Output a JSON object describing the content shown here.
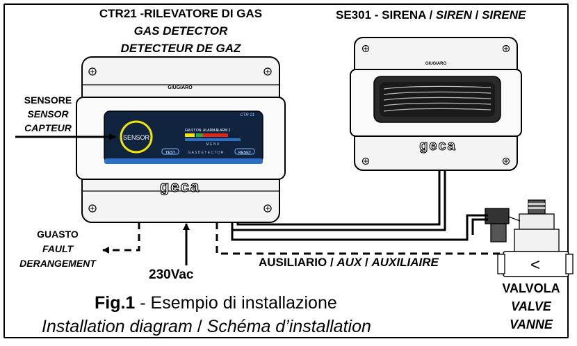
{
  "detector": {
    "title_line1": "CTR21 -RILEVATORE DI GAS",
    "title_line2": "GAS DETECTOR",
    "title_line3": "DETECTEUR DE GAZ",
    "model_badge": "CTR 21",
    "sensor_text": "SENSOR",
    "led_fault": "FAULT",
    "led_on": "ON",
    "led_alarm1": "ALARM 1",
    "led_alarm2": "ALARM 2",
    "menu_text": "M E N U",
    "test_button": "TEST",
    "reset_button": "RESET",
    "panel_caption": "G A S   D E T E C T O R",
    "brand_small": "GIUGIARO",
    "brand_logo": "geca"
  },
  "siren": {
    "title_prefix": "SE301 - SIRENA / ",
    "title_it1": "SIREN",
    "title_sep": " / ",
    "title_it2": "SIRENE",
    "brand_small": "GIUGIARO",
    "brand_logo": "geca"
  },
  "sensor_label": {
    "line1": "SENSORE",
    "line2": "SENSOR",
    "line3": "CAPTEUR"
  },
  "fault_label": {
    "line1": "GUASTO",
    "line2": "FAULT",
    "line3": "DERANGEMENT"
  },
  "power_label": "230Vac",
  "aux_label": {
    "prefix": "AUSILIARIO / ",
    "it1": "AUX",
    "sep": " / ",
    "it2": "AUXILIAIRE"
  },
  "valve_label": {
    "line1": "VALVOLA",
    "line2": "VALVE",
    "line3": "VANNE",
    "symbol": "<"
  },
  "caption": {
    "fig": "Fig.1",
    "rest": " - Esempio di installazione",
    "line2_a": "Installation diagram",
    "line2_sep": " / ",
    "line2_b": "Schéma d’installation"
  },
  "colors": {
    "panel_dark": "#11243f",
    "panel_blue": "#2d6fc0",
    "sensor_ring": "#f2e600",
    "led_yellow": "#f2e600",
    "led_green": "#2faa3a",
    "led_red": "#e0251b",
    "housing_gray": "#f2f2f2"
  }
}
